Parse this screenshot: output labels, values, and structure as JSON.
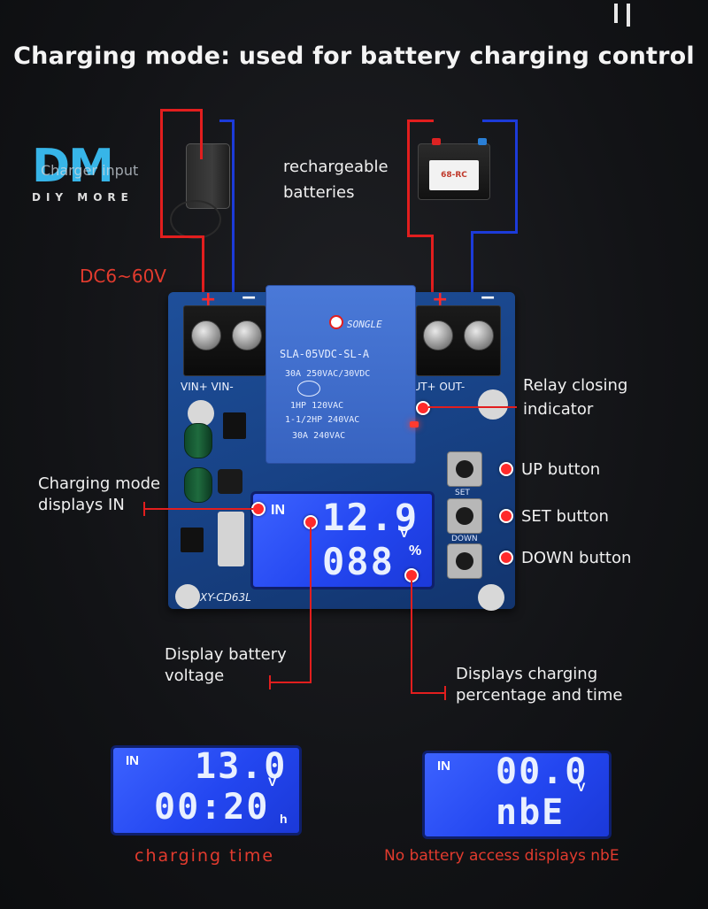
{
  "title": "Charging mode: used for battery charging control",
  "logo": {
    "mark": "DM",
    "tagline": "DIY MORE"
  },
  "labels": {
    "charger_input": "Charger input",
    "rechargeable_line1": "rechargeable",
    "rechargeable_line2": "batteries",
    "voltage_range": "DC6~60V",
    "relay_line1": "Relay closing",
    "relay_line2": "indicator",
    "up_button": "UP button",
    "set_button": "SET button",
    "down_button": "DOWN button",
    "charging_mode_line1": "Charging mode",
    "charging_mode_line2": "displays IN",
    "battery_voltage_line1": "Display battery",
    "battery_voltage_line2": "voltage",
    "percentage_line1": "Displays charging",
    "percentage_line2": "percentage and time"
  },
  "board": {
    "terminal_plus": "+",
    "terminal_minus": "−",
    "vin_label": "VIN+ VIN-",
    "out_label": "OUT+ OUT-",
    "model": "XY-CD63L",
    "relay_brand": "SONGLE",
    "relay_model": "SLA-05VDC-SL-A",
    "relay_spec1": "30A 250VAC/30VDC",
    "relay_spec2": "1HP 120VAC",
    "relay_spec3": "1-1/2HP 240VAC",
    "relay_spec4": "30A 240VAC",
    "btn_set_label": "SET",
    "btn_down_label": "DOWN",
    "battery_label": "68-RC"
  },
  "main_display": {
    "mode": "IN",
    "voltage": "12.9",
    "voltage_unit": "V",
    "percent": "088",
    "percent_unit": "%"
  },
  "display_left": {
    "mode": "IN",
    "voltage": "13.0",
    "voltage_unit": "V",
    "time": "00:20",
    "time_unit": "h",
    "caption": "charging time"
  },
  "display_right": {
    "mode": "IN",
    "voltage": "00.0",
    "voltage_unit": "V",
    "status": "nbE",
    "caption": "No battery access displays nbE"
  }
}
